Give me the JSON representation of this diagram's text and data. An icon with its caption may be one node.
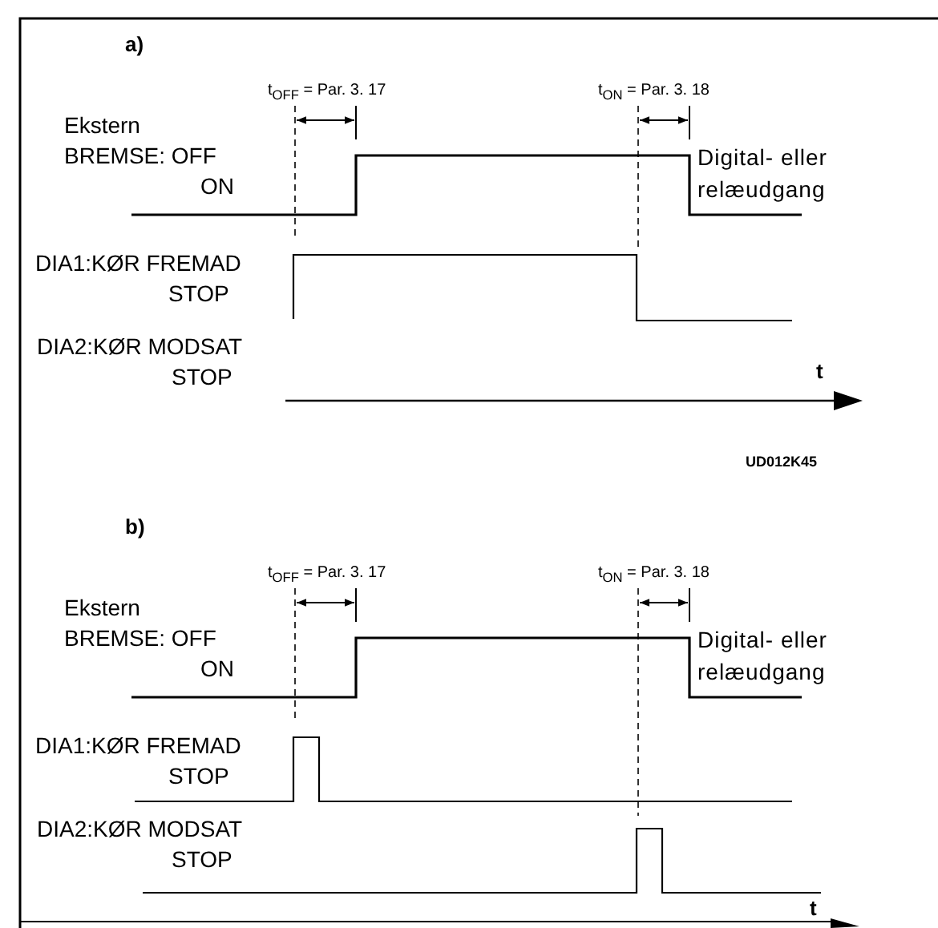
{
  "diagram": {
    "labels": [
      "a)",
      "t$_{OFF}$ = Par. 3. 17",
      "t$_{ON}$ = Par. 3. 18",
      "Ekstern",
      "BREMSE: OFF",
      "ON",
      "Digital- eller relæudgang",
      "DIA1:KØR FREMAD",
      "STOP",
      "DIA2:KØR MODSAT",
      "STOP",
      "t",
      "UD012K45",
      "b)",
      "t$_{OFF}$ = Par. 3. 17",
      "t$_{ON}$ = Par. 3. 18",
      "Ekstern",
      "BREMSE: OFF",
      "ON",
      "Digital- eller relæudgang",
      "DIA1:KØR FREMAD",
      "STOP",
      "DIA2:KØR MODSAT",
      "STOP",
      "t"
    ]
  }
}
